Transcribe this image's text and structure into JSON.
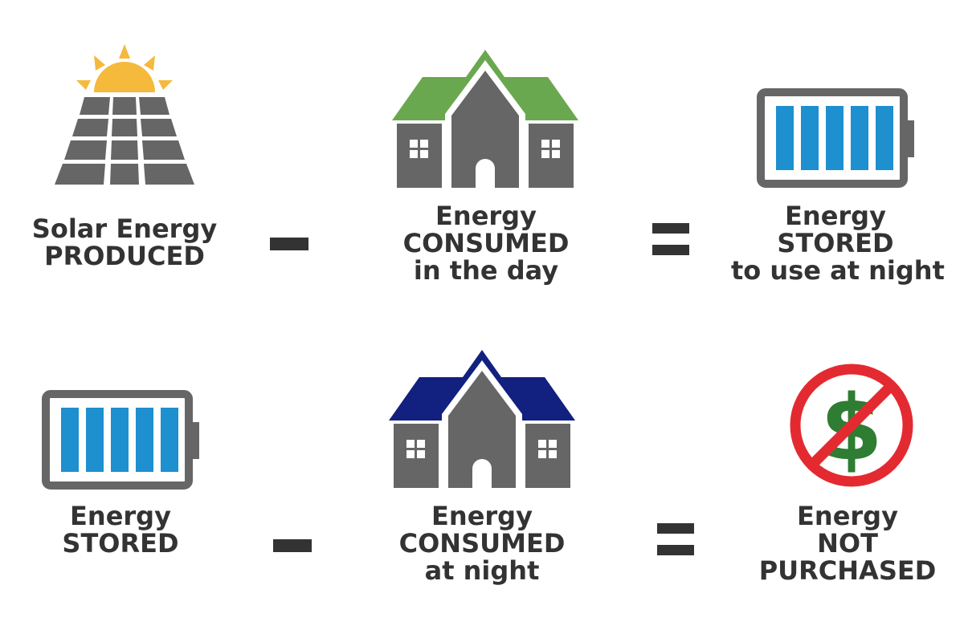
{
  "colors": {
    "text": "#333333",
    "gray": "#666666",
    "sun": "#F5B93C",
    "roof_day": "#6AA84F",
    "roof_night": "#12207F",
    "battery_cell": "#1E8FCF",
    "no_sign": "#E42A31",
    "dollar": "#2E7D32"
  },
  "row1": {
    "solar": {
      "line1": "Solar Energy",
      "line2": "PRODUCED"
    },
    "consumed_day": {
      "line1": "Energy",
      "line2": "CONSUMED",
      "line3": "in the day"
    },
    "stored": {
      "line1": "Energy",
      "line2": "STORED",
      "line3": "to use at night"
    }
  },
  "row2": {
    "stored": {
      "line1": "Energy",
      "line2": "STORED"
    },
    "consumed_night": {
      "line1": "Energy",
      "line2": "CONSUMED",
      "line3": "at night"
    },
    "not_purchased": {
      "line1": "Energy",
      "line2": "NOT",
      "line3": "PURCHASED"
    }
  },
  "icons": {
    "solar": "solar-panel-sun-icon",
    "house_day": "house-green-roof-icon",
    "battery": "battery-full-icon",
    "house_night": "house-blue-roof-icon",
    "no_money": "no-dollar-icon"
  }
}
